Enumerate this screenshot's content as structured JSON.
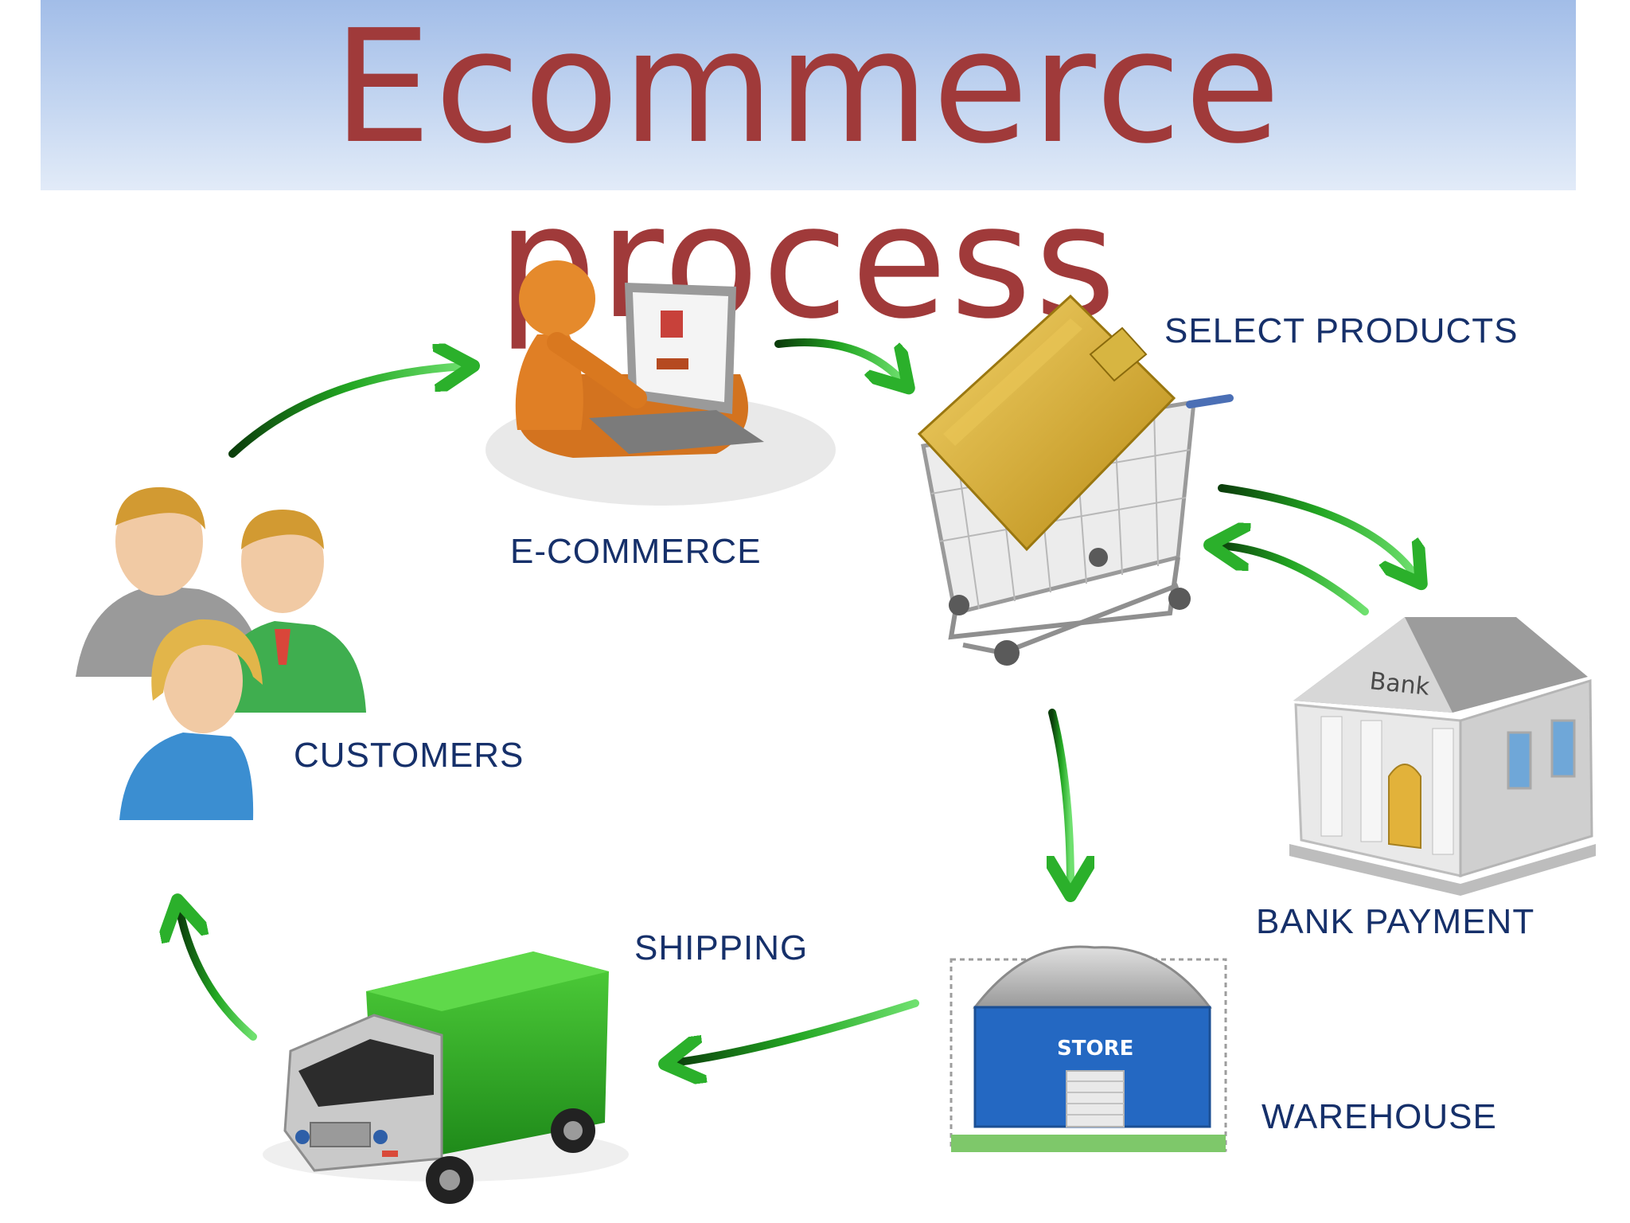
{
  "title": "Ecommerce process",
  "colors": {
    "title_text": "#a03a3a",
    "banner": "#b3caee",
    "label_text": "#16306a",
    "arrow": "#1f9a1f"
  },
  "nodes": {
    "customers": {
      "label": "CUSTOMERS",
      "icon": "customers-group-icon"
    },
    "ecommerce": {
      "label": "E-COMMERCE",
      "icon": "person-laptop-icon"
    },
    "select_products": {
      "label": "SELECT PRODUCTS",
      "icon": "shopping-cart-credit-card-icon"
    },
    "bank_payment": {
      "label": "BANK PAYMENT",
      "icon": "bank-building-icon",
      "sign": "Bank"
    },
    "warehouse": {
      "label": "WAREHOUSE",
      "icon": "warehouse-store-icon",
      "sign": "STORE"
    },
    "shipping": {
      "label": "SHIPPING",
      "icon": "delivery-truck-icon"
    }
  }
}
